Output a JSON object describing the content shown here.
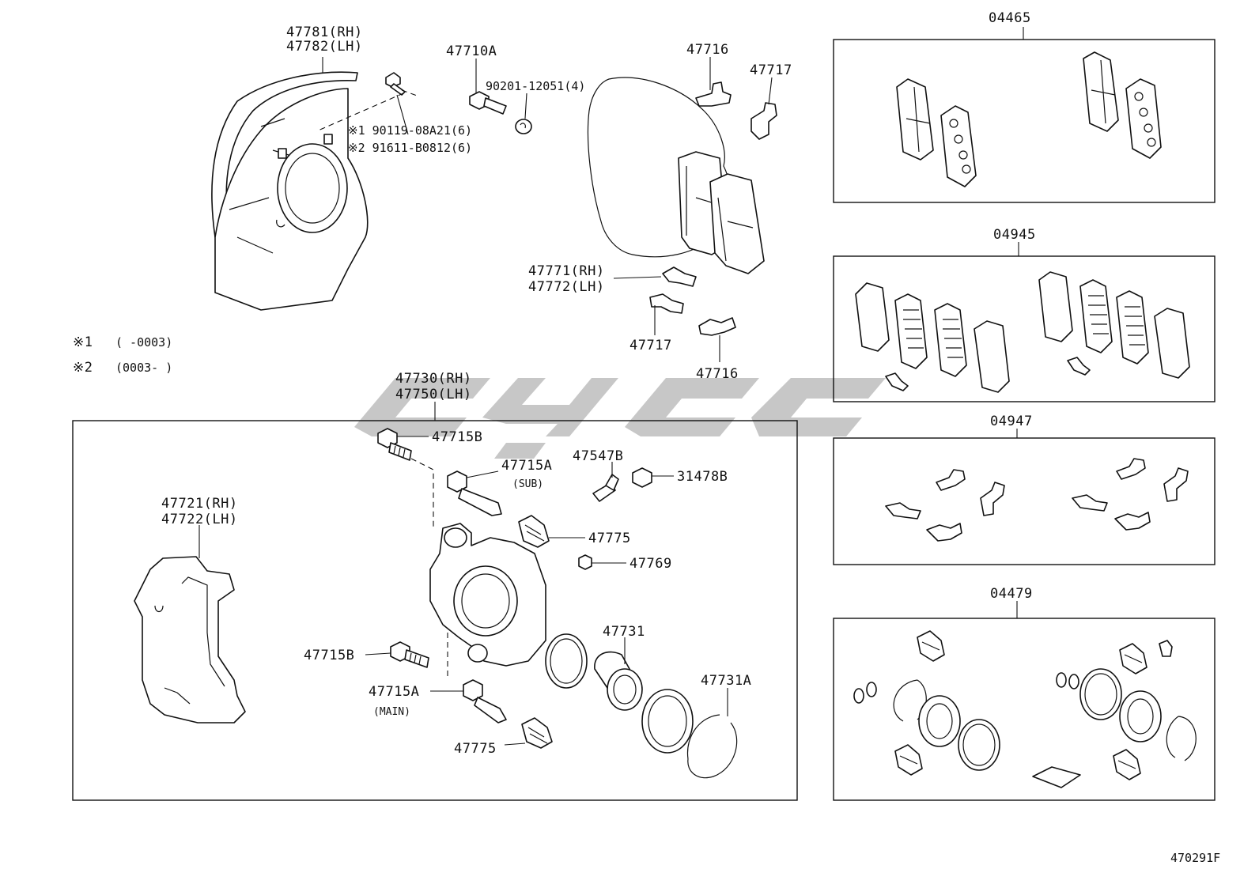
{
  "shield": {
    "rh": "47781(RH)",
    "lh": "47782(LH)"
  },
  "shield_bolt": {
    "a": "※1 90119-08A21(6)",
    "b": "※2 91611-B0812(6)"
  },
  "pad_bolt": {
    "part": "47710A",
    "washer": "90201-12051(4)"
  },
  "anti_squeal": {
    "top_a": "47716",
    "top_b": "47717",
    "mid_rh": "47771(RH)",
    "mid_lh": "47772(LH)",
    "low_a": "47717",
    "low_b": "47716"
  },
  "notes": {
    "n1_mark": "※1",
    "n1_text": "(      -0003)",
    "n2_mark": "※2",
    "n2_text": "(0003-      )"
  },
  "caliper": {
    "rh": "47730(RH)",
    "lh": "47750(LH)"
  },
  "bolts": {
    "b_top": "47715B",
    "a_top": "47715A",
    "a_top_note": "(SUB)",
    "b_low": "47715B",
    "a_low": "47715A",
    "a_low_note": "(MAIN)"
  },
  "small_parts": {
    "bleeder": "47547B",
    "cap": "31478B",
    "boot_top": "47775",
    "nut": "47769",
    "boot_low": "47775",
    "piston": "47731",
    "seal": "47731A"
  },
  "mounting": {
    "rh": "47721(RH)",
    "lh": "47722(LH)"
  },
  "kits": {
    "k1": "04465",
    "k2": "04945",
    "k3": "04947",
    "k4": "04479"
  },
  "figure_code": "470291F"
}
